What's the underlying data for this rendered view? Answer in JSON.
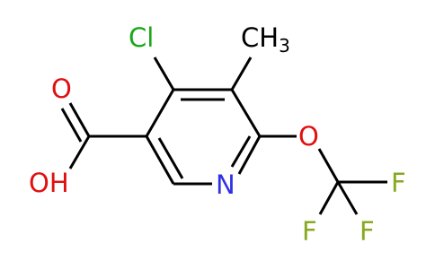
{
  "molecule": {
    "atoms": {
      "cl": "Cl",
      "ch3": "CH",
      "ch3_sub": "3",
      "o_carbonyl": "O",
      "oh": "OH",
      "n": "N",
      "o_ether": "O",
      "f_top": "F",
      "f_left": "F",
      "f_bottom": "F"
    },
    "colors": {
      "bond": "#000000",
      "cl": "#18a818",
      "o": "#e01010",
      "n": "#3030e8",
      "f": "#88a820",
      "c": "#000000"
    }
  }
}
